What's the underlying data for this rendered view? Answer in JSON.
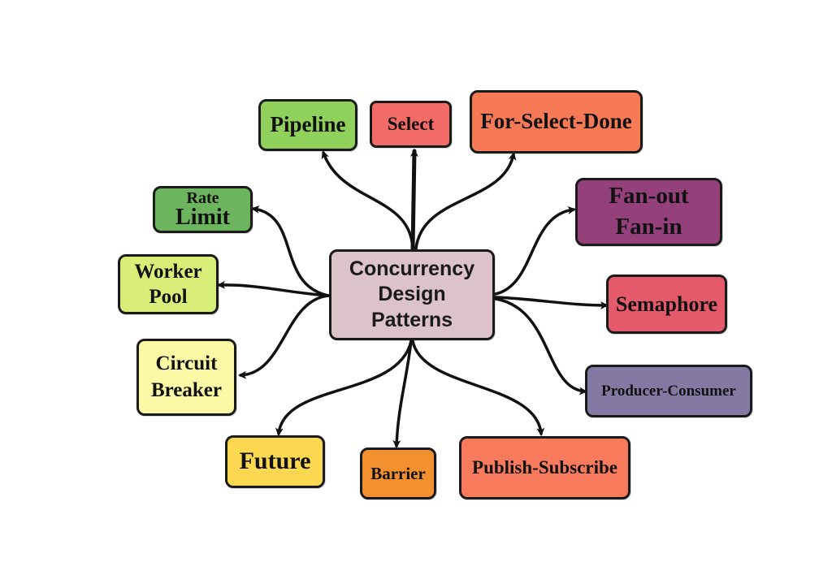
{
  "center": {
    "lines": [
      "Concurrency",
      "Design",
      "Patterns"
    ],
    "color": "#dcc2c9"
  },
  "nodes": {
    "pipeline": {
      "lines": [
        "Pipeline"
      ],
      "color": "#8fd15a"
    },
    "select": {
      "lines": [
        "Select"
      ],
      "color": "#f26b68"
    },
    "forselect": {
      "lines": [
        "For-Select-Done"
      ],
      "color": "#f77a56"
    },
    "fanout": {
      "lines": [
        "Fan-out",
        "Fan-in"
      ],
      "color": "#94407a"
    },
    "semaphore": {
      "lines": [
        "Semaphore"
      ],
      "color": "#e45a6a"
    },
    "prodcons": {
      "lines": [
        "Producer-Consumer"
      ],
      "color": "#8479a3"
    },
    "pubsub": {
      "lines": [
        "Publish-Subscribe"
      ],
      "color": "#f77a5c"
    },
    "barrier": {
      "lines": [
        "Barrier"
      ],
      "color": "#f39030"
    },
    "future": {
      "lines": [
        "Future"
      ],
      "color": "#fbd84f"
    },
    "circuit": {
      "lines": [
        "Circuit",
        "Breaker"
      ],
      "color": "#fbf9a6"
    },
    "worker": {
      "lines": [
        "Worker",
        "Pool"
      ],
      "color": "#d9ee79"
    },
    "rate": {
      "lines": [
        "Rate",
        "Limit"
      ],
      "color": "#6cb45d"
    }
  }
}
